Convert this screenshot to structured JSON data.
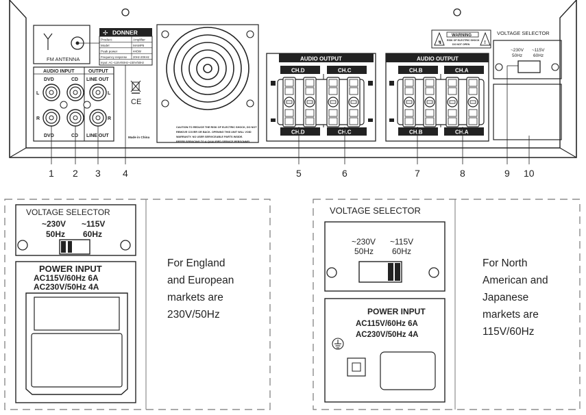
{
  "rear_panel": {
    "fm": {
      "antenna_label": "FM  ANTENNA"
    },
    "brand": "DONNER",
    "spec_table": [
      {
        "key": "Product:",
        "value": "Amplifier"
      },
      {
        "key": "Model",
        "value": "MAMP5"
      },
      {
        "key": "Peak power",
        "value": "440W"
      },
      {
        "key": "Frequency response",
        "value": "20Hz-20KHz"
      },
      {
        "key": "Input: AC~115V/60Hz~230V/50Hz",
        "value": ""
      }
    ],
    "audio_input": {
      "title": "AUDIO INPUT",
      "top": [
        "DVD",
        "CD"
      ],
      "bottom": [
        "DVD",
        "CD"
      ]
    },
    "output": {
      "title": "OUTPUT",
      "top": "LINE OUT",
      "bottom": "LINE OUT"
    },
    "side_letters": {
      "left": "L",
      "right": "R"
    },
    "ce_mark": "CE",
    "made_in": "Made in China",
    "caution_lines": [
      "CAUTION:TO REDUCE THE RISK OF ELECTRIC SHOCK, DO NOT",
      "REMOVE COVER OR BACK. OPENING THIS UNIT WILL VOID",
      "WARRANTY. NO USER SERVICEABLE PARTS INSIDE.",
      "REFER SERVICING TO A QUALIFIED SERVICE PERSONNEL."
    ],
    "warning": {
      "title": "WARNING",
      "line1": "RISK OF ELECTRIC SHOCK",
      "line2": "DO NOT OPEN"
    },
    "audio_output_left": {
      "title": "AUDIO OUTPUT",
      "channels": [
        "CH.D",
        "CH.C"
      ]
    },
    "audio_output_right": {
      "title": "AUDIO OUTPUT",
      "channels": [
        "CH.B",
        "CH.A"
      ]
    },
    "voltage_selector_small": {
      "title": "VOLTAGE SELECTOR",
      "opt1": "~230V",
      "opt1_hz": "50Hz",
      "opt2": "~115V",
      "opt2_hz": "60Hz"
    },
    "callouts": [
      "1",
      "2",
      "3",
      "4",
      "5",
      "6",
      "7",
      "8",
      "9",
      "10"
    ]
  },
  "detail_left": {
    "voltage_title": "VOLTAGE SELECTOR",
    "opt1": "~230V",
    "opt1_hz": "50Hz",
    "opt2": "~115V",
    "opt2_hz": "60Hz",
    "power_title": "POWER INPUT",
    "power_line1": "AC115V/60Hz 6A",
    "power_line2": "AC230V/50Hz 4A",
    "note_lines": [
      "For England",
      "and European",
      "markets are",
      "230V/50Hz"
    ]
  },
  "detail_right": {
    "voltage_title": "VOLTAGE SELECTOR",
    "opt1": "~230V",
    "opt1_hz": "50Hz",
    "opt2": "~115V",
    "opt2_hz": "60Hz",
    "power_title": "POWER INPUT",
    "power_line1": "AC115V/60Hz 6A",
    "power_line2": "AC230V/50Hz 4A",
    "note_lines": [
      "For North",
      "American and",
      "Japanese",
      "markets are",
      "115V/60Hz"
    ]
  }
}
